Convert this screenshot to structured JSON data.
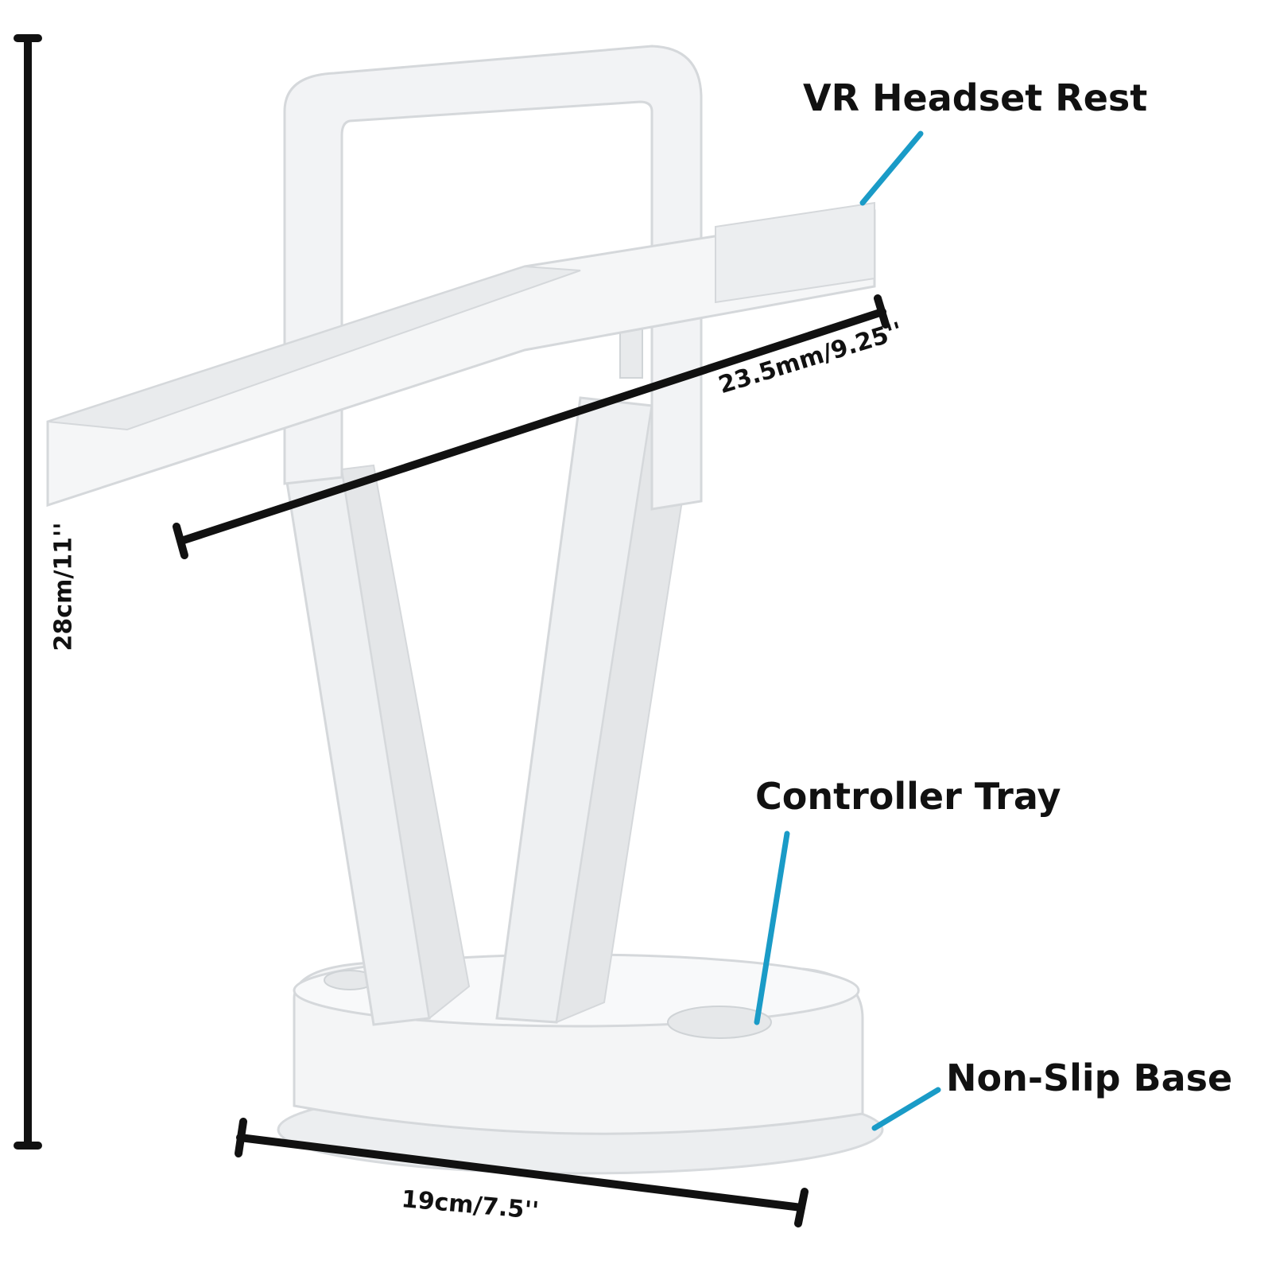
{
  "callouts": {
    "headset_rest": "VR Headset Rest",
    "controller_tray": "Controller Tray",
    "non_slip_base": "Non-Slip Base"
  },
  "dimensions": {
    "height": "28cm/11''",
    "rest_width": "23.5mm/9.25''",
    "base_width": "19cm/7.5''"
  },
  "colors": {
    "accent": "#1a9bc7",
    "dimension_line": "#111111",
    "product_face": "#f3f4f5",
    "product_edge": "#d7dadd",
    "product_shadow": "#e6e8ea"
  }
}
